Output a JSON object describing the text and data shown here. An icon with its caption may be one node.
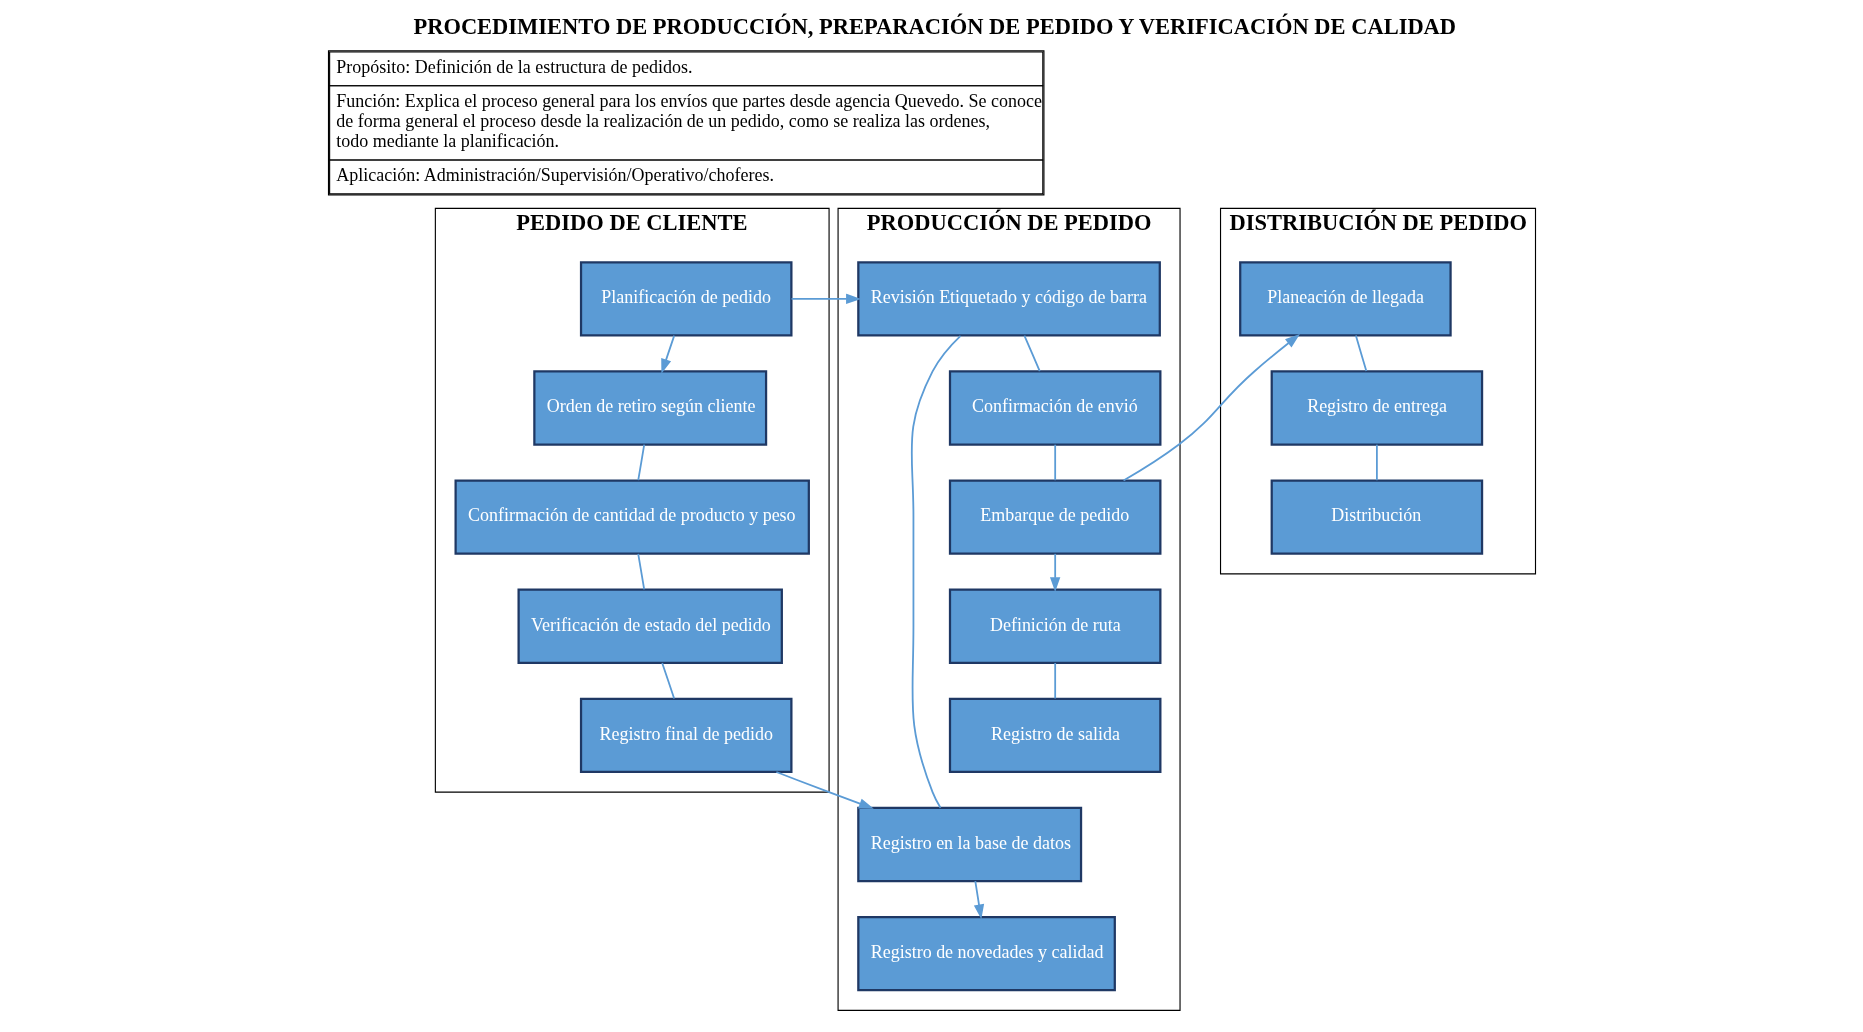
{
  "diagram": {
    "title": "PROCEDIMIENTO DE PRODUCCIÓN, PREPARACIÓN DE PEDIDO Y VERIFICACIÓN DE CALIDAD",
    "nodes": [
      {
        "text": [
          "PEDIDO DE CLIENTE"
        ]
      },
      {
        "text": [
          "Planificación de pedido"
        ],
        "in": 0
      },
      {
        "text": [
          "Orden de retiro según cliente"
        ],
        "in": 0
      },
      {
        "text": [
          "Confirmación de cantidad de producto y peso"
        ],
        "in": 0
      },
      {
        "text": [
          "Verificación de estado del pedido"
        ],
        "in": 0
      },
      {
        "text": [
          "Registro final de pedido"
        ],
        "in": 0
      },
      {
        "text": [
          "PRODUCCIÓN DE PEDIDO"
        ]
      },
      {
        "text": [
          "Revisión Etiquetado y código de barra"
        ],
        "in": 6
      },
      {
        "text": [
          "Confirmación de envió"
        ],
        "in": 6
      },
      {
        "text": [
          "Embarque de pedido"
        ],
        "in": 6
      },
      {
        "text": [
          "Registro en la base de datos"
        ],
        "in": 6
      },
      {
        "text": [
          "Registro de novedades y calidad"
        ],
        "in": 6
      },
      {
        "text": [
          "Definición de ruta"
        ],
        "in": 6
      },
      {
        "text": [
          "Registro de salida"
        ],
        "in": 6
      },
      {
        "text": [
          "DISTRIBUCIÓN DE PEDIDO"
        ]
      },
      {
        "text": [
          "Planeación de llegada"
        ],
        "in": 14
      },
      {
        "text": [
          "Registro de entrega"
        ],
        "in": 14
      },
      {
        "text": [
          "Distribución"
        ],
        "in": 14
      }
    ],
    "edges": [
      {
        "from": 1,
        "to": 2,
        "arrow": "to"
      },
      {
        "from": 2,
        "to": 3,
        "arrow": "none"
      },
      {
        "from": 3,
        "to": 4,
        "arrow": "none"
      },
      {
        "from": 4,
        "to": 5,
        "arrow": "none"
      },
      {
        "from": 1,
        "to": 7,
        "arrow": "to"
      },
      {
        "from": 5,
        "to": 10,
        "arrow": "to"
      },
      {
        "from": 7,
        "to": 8,
        "arrow": "none"
      },
      {
        "from": 8,
        "to": 9,
        "arrow": "none"
      },
      {
        "from": 7,
        "to": 10,
        "arrow": "none"
      },
      {
        "from": 10,
        "to": 11,
        "arrow": "to"
      },
      {
        "from": 9,
        "to": 15,
        "arrow": "to"
      },
      {
        "from": 9,
        "to": 12,
        "arrow": "to"
      },
      {
        "from": 12,
        "to": 13,
        "arrow": "none"
      },
      {
        "from": 15,
        "to": 16,
        "arrow": "none"
      },
      {
        "from": 16,
        "to": 17,
        "arrow": "none"
      }
    ],
    "labels": [
      "Propósito: Definición de la estructura de pedidos.",
      "Función: Explica el proceso general para los envíos que partes desde agencia Quevedo. Se conoce de forma general el proceso desde la realización de un pedido, como se realiza las ordenes, todo mediante la planificación.",
      "Aplicación: Administración/Supervisión/Operativo/choferes."
    ]
  }
}
